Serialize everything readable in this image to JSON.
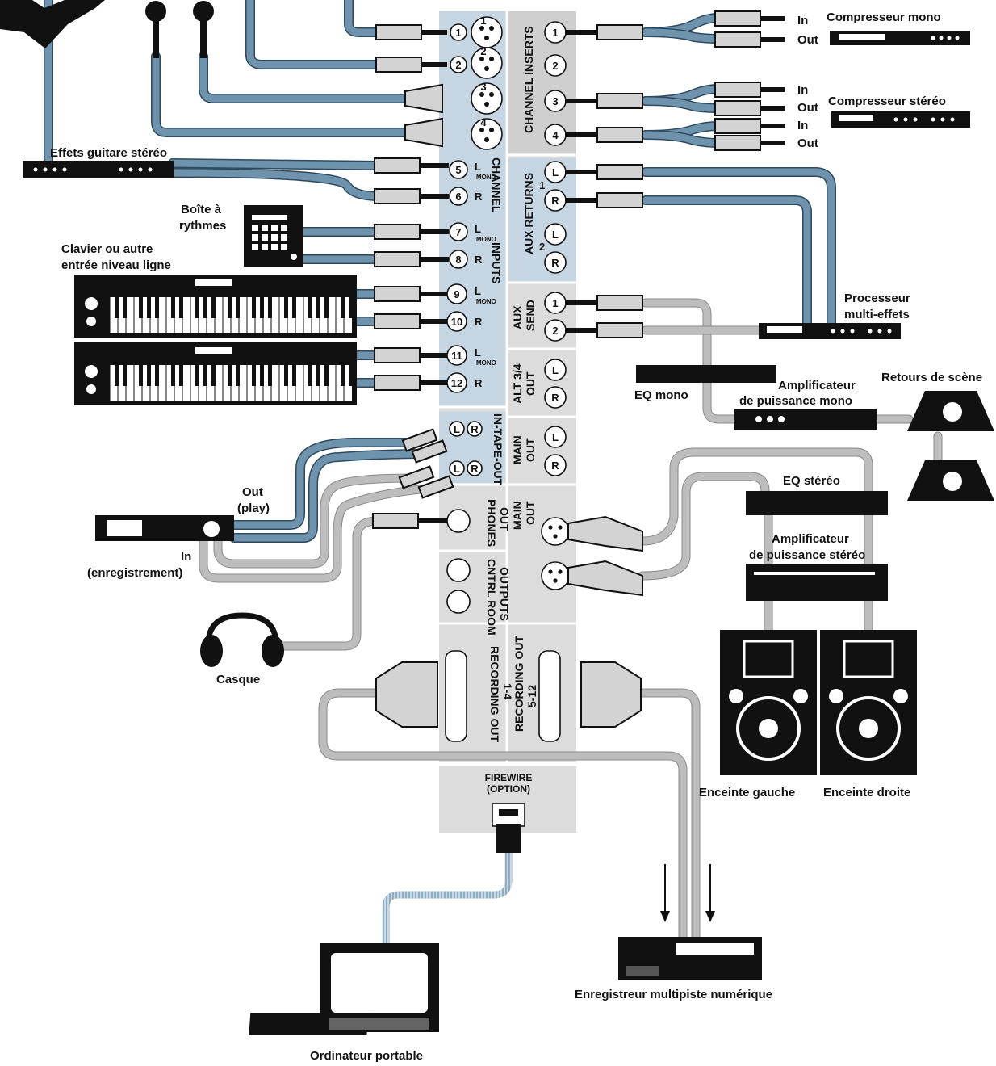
{
  "devices": {
    "guitar_fx": "Effets guitare stéréo",
    "drum_machine": "Boîte à\nrythmes",
    "drum_machine_l1": "Boîte à",
    "drum_machine_l2": "rythmes",
    "keyboard_l1": "Clavier ou autre",
    "keyboard_l2": "entrée niveau ligne",
    "comp_mono": "Compresseur mono",
    "comp_stereo": "Compresseur stéréo",
    "multifx_l1": "Processeur",
    "multifx_l2": "multi-effets",
    "eq_mono": "EQ mono",
    "amp_mono_l1": "Amplificateur",
    "amp_mono_l2": "de puissance mono",
    "monitors": "Retours de scène",
    "eq_stereo": "EQ stéréo",
    "amp_stereo_l1": "Amplificateur",
    "amp_stereo_l2": "de puissance stéréo",
    "speaker_left": "Enceinte gauche",
    "speaker_right": "Enceinte droite",
    "tape_out_l1": "Out",
    "tape_out_l2": "(play)",
    "tape_in_l1": "In",
    "tape_in_l2": "(enregistrement)",
    "headphones": "Casque",
    "laptop": "Ordinateur portable",
    "multitrack": "Enregistreur multipiste numérique"
  },
  "signal_labels": {
    "in": "In",
    "out": "Out"
  },
  "panel_sections": {
    "channel_inserts": "CHANNEL INSERTS",
    "channel_inputs_a": "CHANNEL",
    "channel_inputs_b": "INPUTS",
    "aux_returns": "AUX RETURNS",
    "aux_send_1": "AUX",
    "aux_send_2": "SEND",
    "alt_out_1": "ALT 3/4",
    "alt_out_2": "OUT",
    "main_out_small_1": "MAIN",
    "main_out_small_2": "OUT",
    "in_tape_out": "IN-TAPE-OUT",
    "phones_1": "PHONES",
    "phones_2": "OUT",
    "main_out_1": "MAIN",
    "main_out_2": "OUT",
    "ctrl_room_1": "CNTRL ROOM",
    "ctrl_room_2": "OUTPUTS",
    "rec_out_a_1": "RECORDING OUT",
    "rec_out_a_2": "1-4",
    "rec_out_b_1": "RECORDING OUT",
    "rec_out_b_2": "5-12",
    "firewire_1": "FIREWIRE",
    "firewire_2": "(OPTION)"
  },
  "jacks": {
    "inputs": [
      "1",
      "2",
      "3",
      "4",
      "5",
      "6",
      "7",
      "8",
      "9",
      "10",
      "11",
      "12"
    ],
    "input_sides": [
      "L",
      "R",
      "L",
      "R",
      "L",
      "R",
      "L",
      "R"
    ],
    "mono": "MONO",
    "inserts": [
      "1",
      "2",
      "3",
      "4"
    ],
    "aux_return_groups": [
      "1",
      "2"
    ],
    "lr": [
      "L",
      "R"
    ],
    "aux_send": [
      "1",
      "2"
    ]
  },
  "colors": {
    "cable_blue": "#6f93ad",
    "cable_gray": "#bdbdbd",
    "panel_light": "#dadada",
    "panel_blue": "#c3d3e1",
    "device_black": "#111111"
  }
}
